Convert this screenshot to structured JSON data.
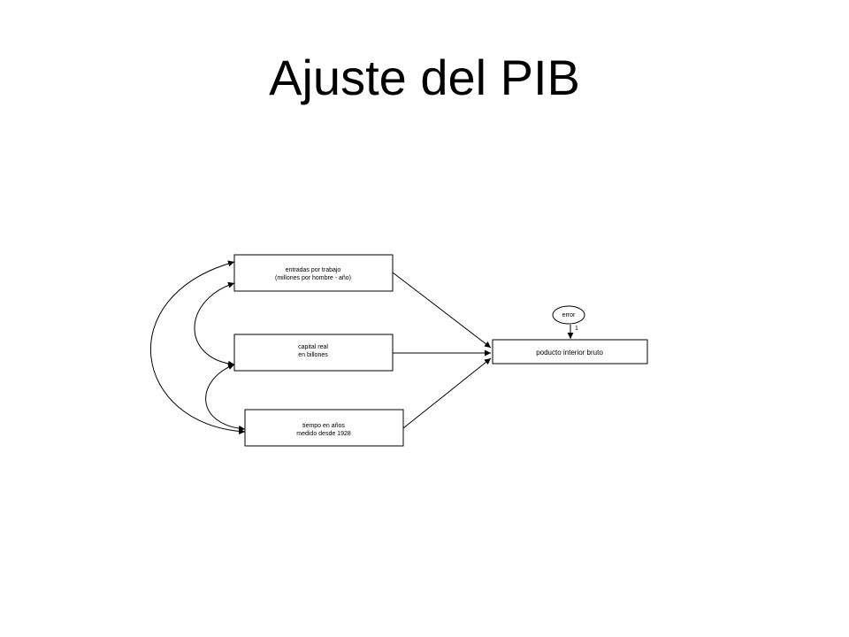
{
  "slide": {
    "title": "Ajuste del PIB"
  },
  "diagram": {
    "nodes": {
      "labor": {
        "line1": "entradas por trabajo",
        "line2": "(millones por hombre - año)"
      },
      "capital": {
        "line1": "capital real",
        "line2": "en billones"
      },
      "time": {
        "line1": "tiempo en años",
        "line2": "medido desde 1928"
      },
      "gdp": {
        "label": "poducto interior bruto"
      },
      "error": {
        "label": "error"
      }
    },
    "error_path_label": "1"
  }
}
